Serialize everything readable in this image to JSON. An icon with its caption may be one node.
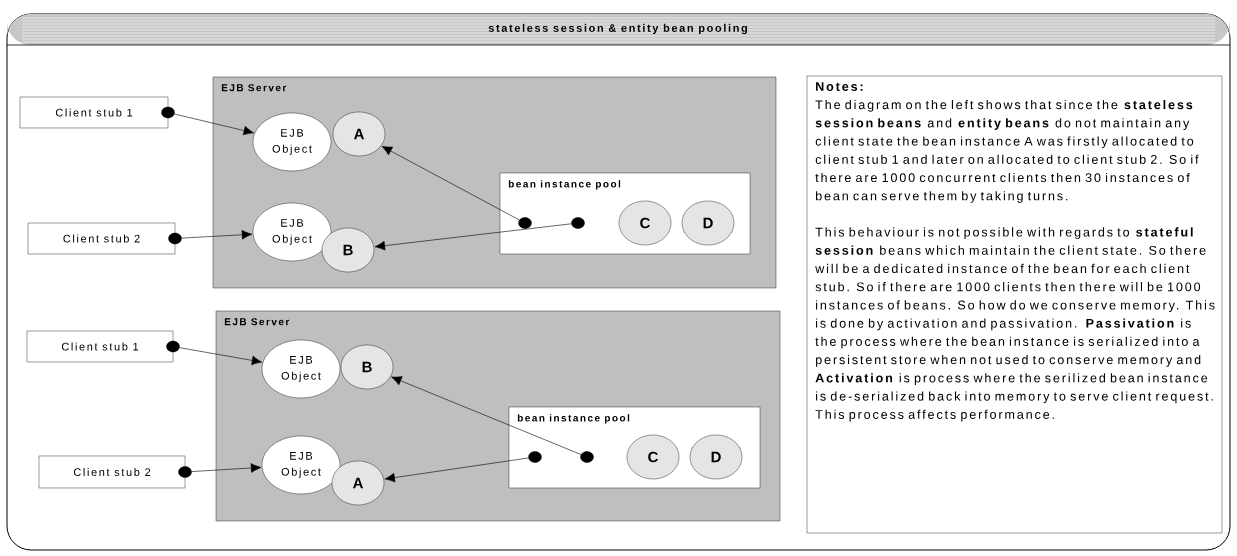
{
  "diagram": {
    "title": "stateless session & entity bean pooling",
    "nodes": [
      {
        "text": [
          "EJB Server"
        ]
      },
      {
        "text": [
          "Client stub 1"
        ]
      },
      {
        "text": [
          "Client stub 2"
        ]
      },
      {
        "text": [
          "EJB Object"
        ],
        "in": 0
      },
      {
        "text": [
          "A"
        ],
        "in": 0
      },
      {
        "text": [
          "EJB Object"
        ],
        "in": 0
      },
      {
        "text": [
          "B"
        ],
        "in": 0
      },
      {
        "text": [
          "bean instance pool"
        ],
        "in": 0
      },
      {
        "text": [],
        "shape": "circle",
        "in": 7
      },
      {
        "text": [],
        "shape": "circle",
        "in": 7
      },
      {
        "text": [
          "C"
        ],
        "in": 7
      },
      {
        "text": [
          "D"
        ],
        "in": 7
      },
      {
        "text": [
          "EJB Server"
        ]
      },
      {
        "text": [
          "Client stub 1"
        ]
      },
      {
        "text": [
          "Client stub 2"
        ]
      },
      {
        "text": [
          "EJB Object"
        ],
        "in": 12
      },
      {
        "text": [
          "B"
        ],
        "in": 12
      },
      {
        "text": [
          "EJB Object"
        ],
        "in": 12
      },
      {
        "text": [
          "A"
        ],
        "in": 12
      },
      {
        "text": [
          "bean instance pool"
        ],
        "in": 12
      },
      {
        "text": [],
        "shape": "circle",
        "in": 19
      },
      {
        "text": [],
        "shape": "circle",
        "in": 19
      },
      {
        "text": [
          "C"
        ],
        "in": 19
      },
      {
        "text": [
          "D"
        ],
        "in": 19
      },
      {
        "text": [
          "Notes:",
          "The diagram on the left shows that since the **stateless session beans** and **entity beans** do not maintain any client state the bean instance A was firstly allocated to client stub 1 and later on allocated to client stub 2. So if there are 1000 concurrent clients then 30 instances of bean can serve them by taking turns.",
          "This behaviour is not possible with regards to **stateful session** beans which maintain the client state. So there will be a dedicated instance of the bean for each client stub. So if there are 1000 clients then there will be 1000 instances of beans. So how do we conserve memory. This is done by activation and passivation. **Passivation** is the process where the bean instance is serialized into a persistent store when not used to conserve memory and **Activation** is process where the serilized bean instance is de-serialized back into memory to serve client request. This process affects performance."
        ]
      },
      {
        "text": [],
        "shape": "circle"
      },
      {
        "text": [],
        "shape": "circle"
      },
      {
        "text": [],
        "shape": "circle"
      },
      {
        "text": [],
        "shape": "circle"
      }
    ],
    "edges": [
      {
        "from": 25,
        "to": 3,
        "arrow": "to"
      },
      {
        "from": 26,
        "to": 5,
        "arrow": "to"
      },
      {
        "from": 8,
        "to": 4,
        "arrow": "to"
      },
      {
        "from": 9,
        "to": 6,
        "arrow": "to"
      },
      {
        "from": 27,
        "to": 15,
        "arrow": "to"
      },
      {
        "from": 28,
        "to": 17,
        "arrow": "to"
      },
      {
        "from": 21,
        "to": 16,
        "arrow": "to"
      },
      {
        "from": 20,
        "to": 18,
        "arrow": "to"
      }
    ]
  }
}
